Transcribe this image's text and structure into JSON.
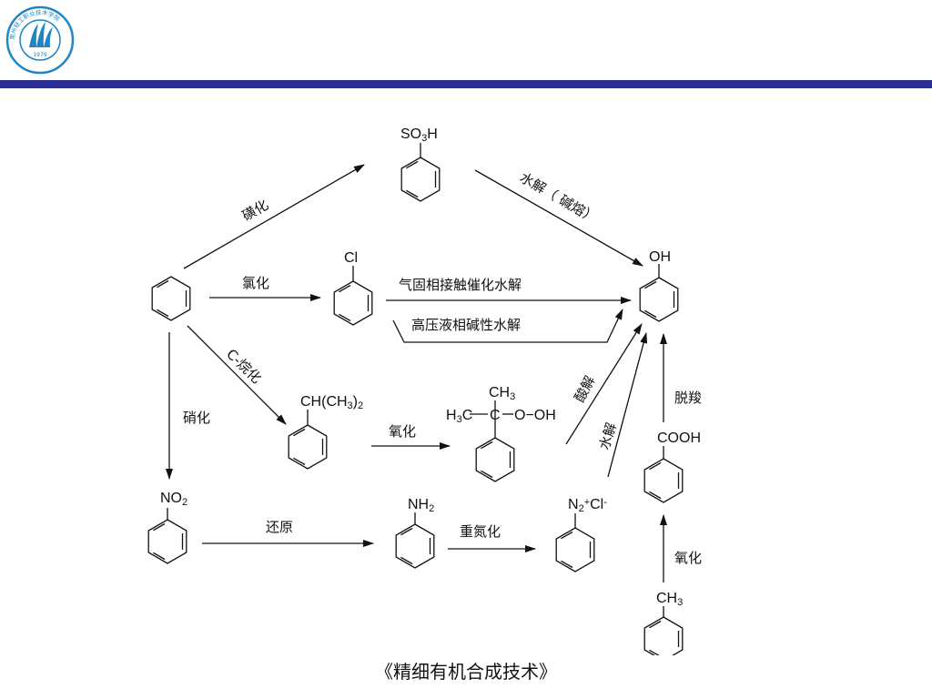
{
  "header": {
    "band_color": "#2b2e93",
    "logo": {
      "icon": "university-logo-icon",
      "ring_text": "常州轻工职业技术学院",
      "year": "1979",
      "color": "#1f86c6"
    }
  },
  "diagram": {
    "nodes": {
      "benzenesulfonic": {
        "sub": "SO3H",
        "parts": [
          [
            "SO",
            ""
          ],
          [
            "3",
            "sub"
          ],
          [
            "H",
            ""
          ]
        ]
      },
      "chlorobenzene": {
        "sub": "Cl"
      },
      "phenol": {
        "sub": "OH"
      },
      "cumene": {
        "parts": [
          [
            "CH(CH",
            ""
          ],
          [
            "3",
            "sub"
          ],
          [
            ")",
            ""
          ],
          [
            "2",
            "sub"
          ]
        ]
      },
      "hydroperoxide": {
        "top": [
          [
            "CH",
            ""
          ],
          [
            "3",
            "sub"
          ]
        ],
        "left": [
          [
            "H",
            ""
          ],
          [
            "3",
            "sub"
          ],
          [
            "C",
            ""
          ]
        ],
        "center": "C",
        "right": "O−OH"
      },
      "nitrobenzene": {
        "parts": [
          [
            "NO",
            ""
          ],
          [
            "2",
            "sub"
          ]
        ]
      },
      "aniline": {
        "parts": [
          [
            "NH",
            ""
          ],
          [
            "2",
            "sub"
          ]
        ]
      },
      "diazonium": {
        "parts": [
          [
            "N",
            ""
          ],
          [
            "2",
            "sub"
          ],
          [
            "+",
            "sup"
          ],
          [
            "Cl",
            ""
          ],
          [
            "-",
            "sup"
          ]
        ]
      },
      "benzoic": {
        "sub": "COOH"
      },
      "toluene": {
        "parts": [
          [
            "CH",
            ""
          ],
          [
            "3",
            "sub"
          ]
        ]
      }
    },
    "labels": {
      "sulfonation": "磺化",
      "chlorination": "氯化",
      "alkylation": "C-烷化",
      "nitration": "硝化",
      "alkali_fusion": "水解（ 碱熔）",
      "gas_phase": "气固相接触催化水解",
      "liquid_phase": "高压液相碱性水解",
      "oxidation": "氧化",
      "acid_hydrolysis": "酸解",
      "hydrolysis": "水解",
      "decarboxylation": "脱羧",
      "reduction": "还原",
      "diazotization": "重氮化",
      "oxidation2": "氧化"
    }
  },
  "footer": {
    "title": "《精细有机合成技术》"
  }
}
